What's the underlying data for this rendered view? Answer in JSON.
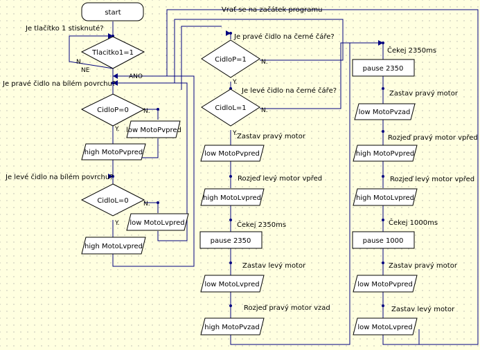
{
  "diagram": {
    "start": "start",
    "comments": {
      "c1": "Je tlačítko 1 stisknuté?",
      "c2": "Je pravé čidlo na bílém povrchu?",
      "c3": "Je levé čidlo na bílém povrchu?",
      "c4": "Vrať se na začátek programu",
      "c5": "Je pravé čidlo na černé čáře?",
      "c6": "Je levé čidlo na černé čáře?",
      "c7": "Zastav pravý motor",
      "c8": "Rozjeď levý motor vpřed",
      "c9": "Čekej 2350ms",
      "c10": "Zastav levý motor",
      "c11": "Rozjeď pravý motor vzad",
      "c12": "Čekej 2350ms",
      "c13": "Zastav pravý motor",
      "c14": "Rozjeď pravý motor vpřed",
      "c15": "Rozjeď levý motor vpřed",
      "c16": "Čekej 1000ms",
      "c17": "Zastav pravý motor",
      "c18": "Zastav levý motor"
    },
    "decisions": {
      "d1": "Tlacitko1=1",
      "d2": "CidloP=0",
      "d3": "CidloL=0",
      "d4": "CidloP=1",
      "d5": "CidloL=1"
    },
    "branch_labels": {
      "n": "N.",
      "ne": "NE",
      "ano": "ANO",
      "y": "Y."
    },
    "commands": {
      "a1": "low MotoPvpred",
      "a2": "high MotoPvpred",
      "a3": "low MotoLvpred",
      "a4": "high MotoLvpred",
      "b1": "low MotoPvpred",
      "b2": "high MotoLvpred",
      "b3": "pause 2350",
      "b4": "low MotoLvpred",
      "b5": "high MotoPvzad",
      "e1": "pause 2350",
      "e2": "low MotoPvzad",
      "e3": "high MotoPvpred",
      "e4": "high MotoLvpred",
      "e5": "pause 1000",
      "e6": "low MotoPvpred",
      "e7": "low MotoLvpred"
    }
  }
}
